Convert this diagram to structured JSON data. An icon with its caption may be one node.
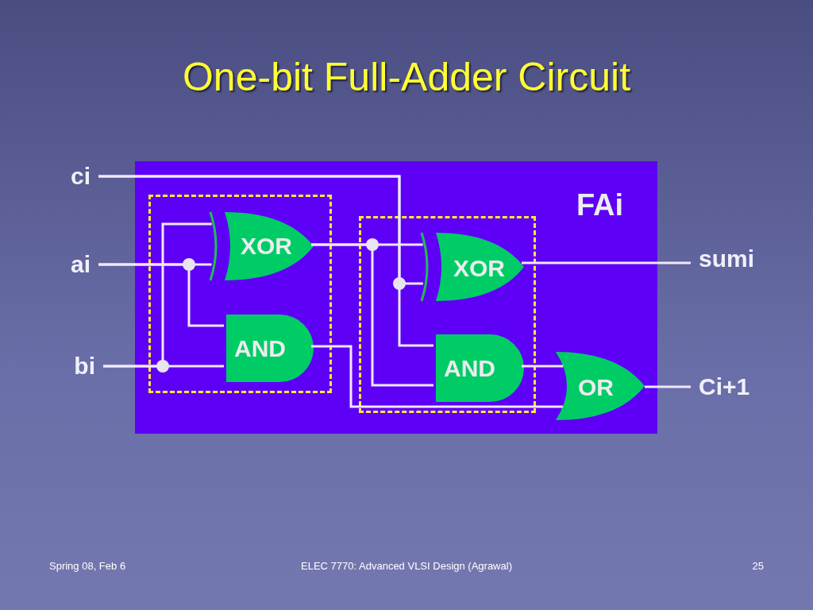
{
  "diagram": {
    "title": "One-bit Full-Adder Circuit",
    "nodes": [
      {
        "text": [
          "FAi"
        ]
      },
      {
        "text": [],
        "shape": "box",
        "in": 0
      },
      {
        "text": [],
        "shape": "box",
        "in": 0
      },
      {
        "text": [
          "XOR"
        ],
        "in": 1
      },
      {
        "text": [
          "AND"
        ],
        "in": 1
      },
      {
        "text": [
          "XOR"
        ],
        "in": 2
      },
      {
        "text": [
          "AND"
        ],
        "in": 2
      },
      {
        "text": [
          "OR"
        ],
        "in": 0
      },
      {
        "text": [
          "ci"
        ]
      },
      {
        "text": [
          "ai"
        ]
      },
      {
        "text": [
          "bi"
        ]
      },
      {
        "text": [
          "sumi"
        ]
      },
      {
        "text": [
          "Ci+1"
        ]
      }
    ],
    "edges": [
      {
        "from": 8,
        "to": 5,
        "arrow": "none"
      },
      {
        "from": 8,
        "to": 6,
        "arrow": "none"
      },
      {
        "from": 9,
        "to": 3,
        "arrow": "none"
      },
      {
        "from": 9,
        "to": 4,
        "arrow": "none"
      },
      {
        "from": 10,
        "to": 3,
        "arrow": "none"
      },
      {
        "from": 10,
        "to": 4,
        "arrow": "none"
      },
      {
        "from": 3,
        "to": 5,
        "arrow": "none"
      },
      {
        "from": 3,
        "to": 6,
        "arrow": "none"
      },
      {
        "from": 4,
        "to": 7,
        "arrow": "none"
      },
      {
        "from": 6,
        "to": 7,
        "arrow": "none"
      },
      {
        "from": 5,
        "to": 11,
        "arrow": "none"
      },
      {
        "from": 7,
        "to": 12,
        "arrow": "none"
      }
    ],
    "labels": [
      "Spring 08, Feb 6",
      "ELEC 7770: Advanced VLSI Design (Agrawal)",
      "25"
    ]
  }
}
